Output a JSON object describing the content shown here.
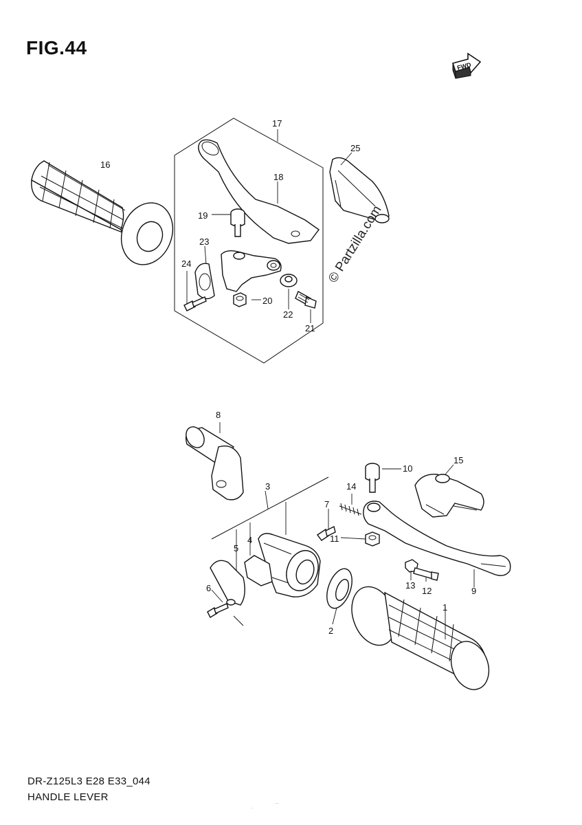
{
  "figure": {
    "title": "FIG.44",
    "watermark": "© Partzilla.com",
    "fwd_icon": "fwd-arrow-icon"
  },
  "footer": {
    "model_code": "DR-Z125L3 E28 E33_044",
    "section_name": "HANDLE LEVER",
    "small_id": "...",
    "small_note": "..."
  },
  "callouts": {
    "c1": "1",
    "c2": "2",
    "c3": "3",
    "c4": "4",
    "c5": "5",
    "c6": "6",
    "c7": "7",
    "c8": "8",
    "c9": "9",
    "c10": "10",
    "c11": "11",
    "c12": "12",
    "c13": "13",
    "c14": "14",
    "c15": "15",
    "c16": "16",
    "c17": "17",
    "c18": "18",
    "c19": "19",
    "c20": "20",
    "c21": "21",
    "c22": "22",
    "c23": "23",
    "c24": "24",
    "c25": "25"
  }
}
